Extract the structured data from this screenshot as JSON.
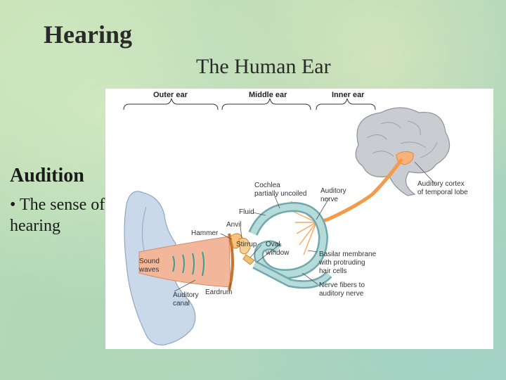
{
  "slide": {
    "title": "Hearing",
    "subtitle": "The Human Ear",
    "section_heading": "Audition",
    "bullet": "• The sense of hearing"
  },
  "diagram": {
    "headers": {
      "outer": "Outer ear",
      "middle": "Middle ear",
      "inner": "Inner ear"
    },
    "labels": {
      "cochlea_1": "Cochlea",
      "cochlea_2": "partially uncoiled",
      "auditory_nerve_1": "Auditory",
      "auditory_nerve_2": "nerve",
      "cortex_1": "Auditory cortex",
      "cortex_2": "of temporal lobe",
      "fluid": "Fluid",
      "anvil": "Anvil",
      "hammer": "Hammer",
      "stirrup": "Stirrup",
      "oval_1": "Oval",
      "oval_2": "window",
      "sound_1": "Sound",
      "sound_2": "waves",
      "basilar_1": "Basilar membrane",
      "basilar_2": "with protruding",
      "basilar_3": "hair cells",
      "fibers_1": "Nerve fibers to",
      "fibers_2": "auditory nerve",
      "canal_1": "Auditory",
      "canal_2": "canal",
      "eardrum": "Eardrum"
    },
    "colors": {
      "ear": "#c9d9ea",
      "canal": "#f2b79a",
      "cochlea": "#9cc5c9",
      "nerve": "#f59a4a",
      "brain": "#c9ccd1"
    }
  }
}
